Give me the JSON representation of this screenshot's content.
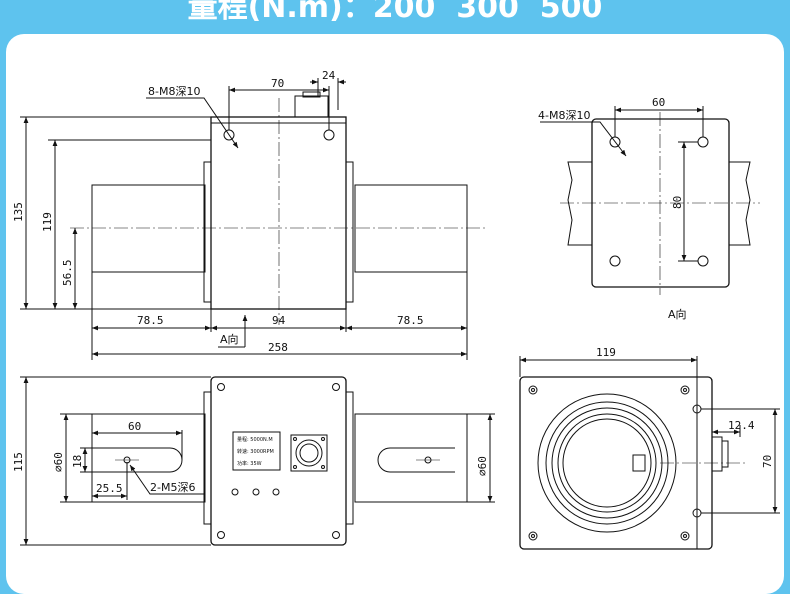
{
  "header": {
    "title": "量程(N.m)：200  300  500"
  },
  "front_view": {
    "hole_label": "8-M8深10",
    "dim_70": "70",
    "dim_24": "24",
    "dim_135": "135",
    "dim_119": "119",
    "dim_56_5": "56.5",
    "dim_78_5_left": "78.5",
    "dim_94": "94",
    "dim_78_5_right": "78.5",
    "dim_258": "258",
    "a_direction": "A向"
  },
  "a_view": {
    "hole_label": "4-M8深10",
    "dim_60": "60",
    "dim_80": "80",
    "caption": "A向"
  },
  "top_view": {
    "dim_115": "115",
    "dim_phi60_left": "⌀60",
    "dim_18": "18",
    "dim_60": "60",
    "dim_25_5": "25.5",
    "slot_label": "2-M5深6",
    "dim_phi60_right": "⌀60",
    "nameplate": [
      "量程: 5000N.M",
      "转速: 3000RPM",
      "功率: 35W"
    ]
  },
  "side_view": {
    "dim_119": "119",
    "dim_12_4": "12.4",
    "dim_70": "70"
  }
}
